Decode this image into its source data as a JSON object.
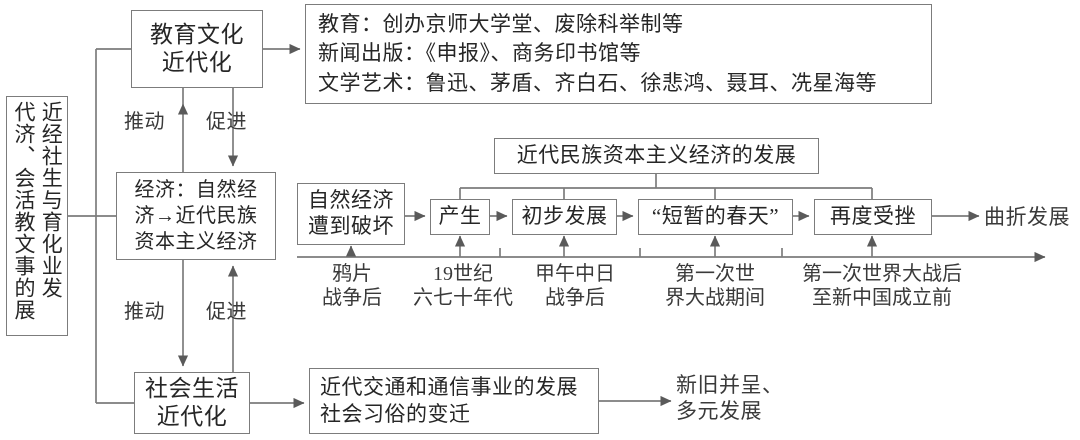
{
  "diagram": {
    "title_vertical_right": "近代经济、",
    "root": {
      "label_full": "近代经济、社会生活与教育文化事业的发展",
      "col_right": "近代经济、社会生活与教育文化事业的发展",
      "col_a": "近经社生与育化业发",
      "col_b": "代济、会活教文事的展"
    },
    "branches": {
      "education": "教育文化\n近代化",
      "education_line1": "教育文化",
      "education_line2": "近代化",
      "economy_line1": "经济：自然经",
      "economy_line2": "济→近代民族",
      "economy_line3": "资本主义经济",
      "social_line1": "社会生活",
      "social_line2": "近代化"
    },
    "education_detail": {
      "line1": "教育：创办京师大学堂、废除科举制等",
      "line2": "新闻出版：《申报》、商务印书馆等",
      "line3": "文学艺术：鲁迅、茅盾、齐白石、徐悲鸿、聂耳、冼星海等"
    },
    "social_detail": {
      "line1": "近代交通和通信事业的发展",
      "line2": "社会习俗的变迁"
    },
    "relations": {
      "push_top": "推动",
      "promote_top": "促进",
      "push_bottom": "推动",
      "promote_bottom": "促进"
    },
    "capitalism": {
      "title": "近代民族资本主义经济的发展",
      "precursor_line1": "自然经济",
      "precursor_line2": "遭到破坏",
      "stages": [
        {
          "label": "产生",
          "time_line1": "鸦片",
          "time_line2": "战争后"
        },
        {
          "label": "初步发展",
          "time_line1": "19世纪",
          "time_line2": "六七十年代"
        },
        {
          "label": "“短暂的春天”",
          "time_line1": "甲午中日",
          "time_line2": "战争后"
        },
        {
          "label": "再度受挫",
          "time_line1": "第一次世",
          "time_line2": "界大战期间"
        }
      ],
      "extra_time": {
        "time_line1": "第一次世界大战后",
        "time_line2": "至新中国成立前"
      },
      "outcome": "曲折发展"
    },
    "social_outcome": {
      "line1": "新旧并呈、",
      "line2": "多元发展"
    },
    "colors": {
      "stroke": "#7c7c7c",
      "text": "#262626",
      "background": "#ffffff"
    }
  }
}
